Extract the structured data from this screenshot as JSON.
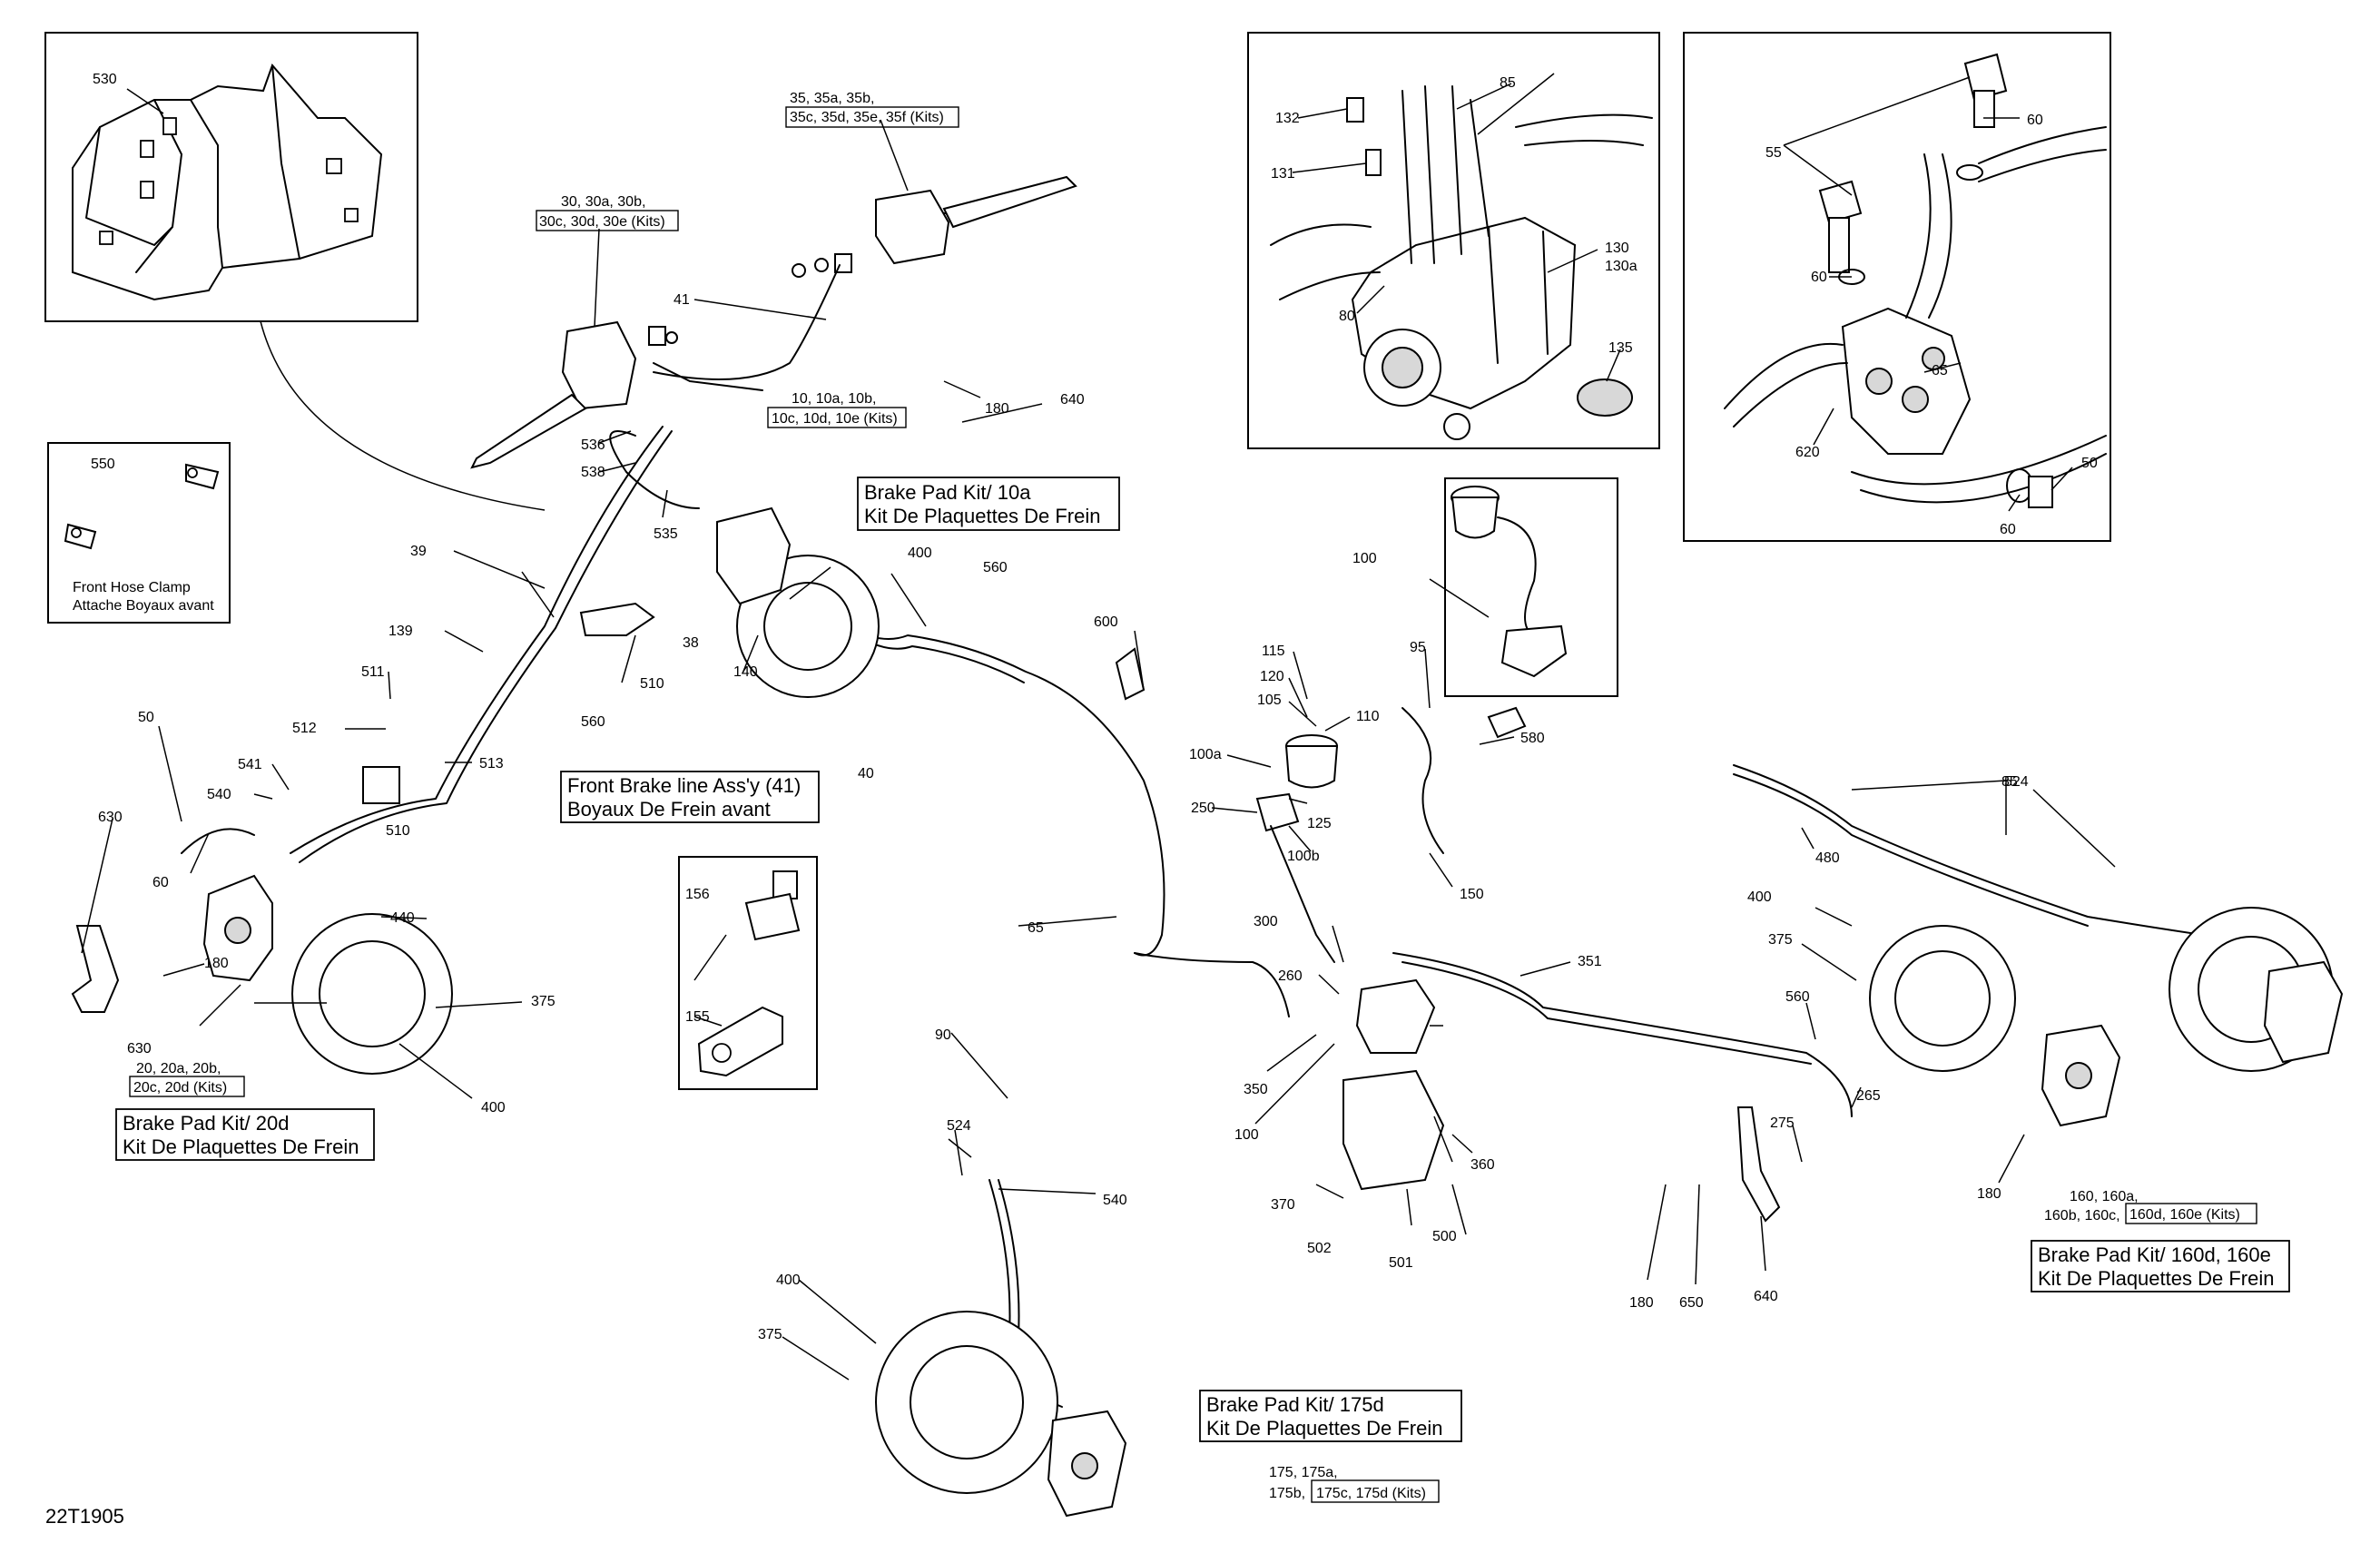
{
  "figure_id": "22T1905",
  "captions": {
    "front_pad_kit": [
      "Brake Pad Kit/ 10a",
      "Kit De Plaquettes De Frein"
    ],
    "left_pad_kit": [
      "Brake Pad Kit/ 20d",
      "Kit De Plaquettes De Frein"
    ],
    "front_brake_line": [
      "Front Brake line Ass'y (41)",
      "Boyaux De Frein avant"
    ],
    "rear_left_pad_kit": [
      "Brake Pad Kit/ 175d",
      "Kit De Plaquettes De Frein"
    ],
    "rear_right_pad_kit": [
      "Brake Pad Kit/ 160d, 160e",
      "Kit De Plaquettes De Frein"
    ]
  },
  "clamp_inset_caption": [
    "Front Hose Clamp",
    "Attache Boyaux avant"
  ],
  "kit_labels": {
    "k35": [
      "35, 35a, 35b,",
      "35c, 35d, 35e, 35f (Kits)"
    ],
    "k30": [
      "30, 30a, 30b,",
      "30c, 30d, 30e (Kits)"
    ],
    "k10": [
      "10, 10a, 10b,",
      "10c, 10d, 10e (Kits)"
    ],
    "k20": [
      "20, 20a, 20b,",
      "20c, 20d (Kits)"
    ],
    "k175": [
      "175, 175a,",
      "175b,",
      "175c, 175d (Kits)"
    ],
    "k160": [
      "160, 160a,",
      "160b, 160c,",
      "160d, 160e (Kits)"
    ]
  },
  "part_labels": [
    "530",
    "550",
    "85",
    "132",
    "131",
    "130",
    "130a",
    "80",
    "135",
    "55",
    "60",
    "60",
    "65",
    "620",
    "50",
    "60",
    "41",
    "536",
    "538",
    "535",
    "39",
    "139",
    "511",
    "512",
    "513",
    "541",
    "540",
    "50",
    "60",
    "630",
    "630",
    "180",
    "440",
    "375",
    "400",
    "510",
    "38",
    "140",
    "510",
    "560",
    "560",
    "400",
    "40",
    "180",
    "640",
    "600",
    "100",
    "95",
    "115",
    "120",
    "105",
    "110",
    "100a",
    "250",
    "125",
    "100b",
    "580",
    "150",
    "65",
    "300",
    "260",
    "350",
    "100",
    "90",
    "524",
    "540",
    "400",
    "375",
    "351",
    "85",
    "480",
    "524",
    "400",
    "375",
    "560",
    "265",
    "275",
    "370",
    "502",
    "501",
    "500",
    "360",
    "180",
    "650",
    "640",
    "180",
    "155",
    "156"
  ]
}
